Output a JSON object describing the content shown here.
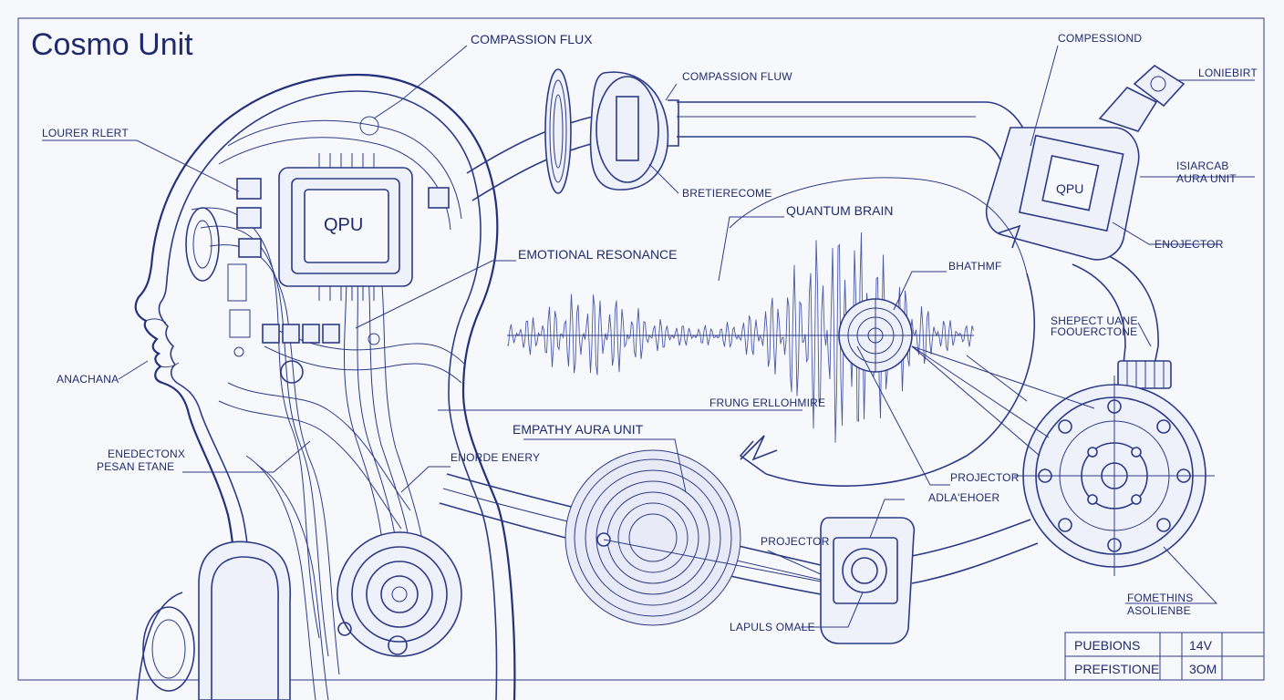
{
  "title": "Cosmo Unit",
  "labels": {
    "compassion_flux_top": "COMPASSION FLUX",
    "compassion_flux_small": "COMPASSION FLUW",
    "compessiond": "COMPESSIOND",
    "loniebirt": "LONIEBIRT",
    "louerer_reert": "LOURER RLERT",
    "qpu_head": "QPU",
    "qpu_right": "QPU",
    "isiarcab_line1": "ISIARCAB",
    "aura_unit": "AURA UNIT",
    "brefiterecome": "BRETIERECOME",
    "quantum_brain": "QUANTUM BRAIN",
    "emotional_resonance": "EMOTIONAL RESONANCE",
    "enojector": "ENOJECTOR",
    "bhathmf": "BHATHMF",
    "shepectuane_line1": "SHEPECT UANE",
    "shepectuane_line2": "FOOUERCTONE",
    "anachana": "ANACHANA",
    "fruing_ertlohmire": "FRUNG ERLLOHMIRE",
    "empathy_aura_unit": "EMPATHY AURA UNIT",
    "enedectonx_line1": "ENEDECTONX",
    "enedectonx_line2": "PESAN ETANE",
    "enorde_enery": "ENORDE ENERY",
    "projector_right": "PROJECTOR",
    "adlaeheder": "ADLA'EHOER",
    "projector_mid": "PROJECTOR",
    "lapuls_omale": "LAPULS OMALE",
    "fomethins_line1": "FOMETHINS",
    "fomethins_line2": "ASOLIENBE"
  },
  "title_block": {
    "rows": [
      {
        "name": "PUEBIONS",
        "value": "14V"
      },
      {
        "name": "PREFISTIONE",
        "value": "3OM"
      }
    ]
  }
}
